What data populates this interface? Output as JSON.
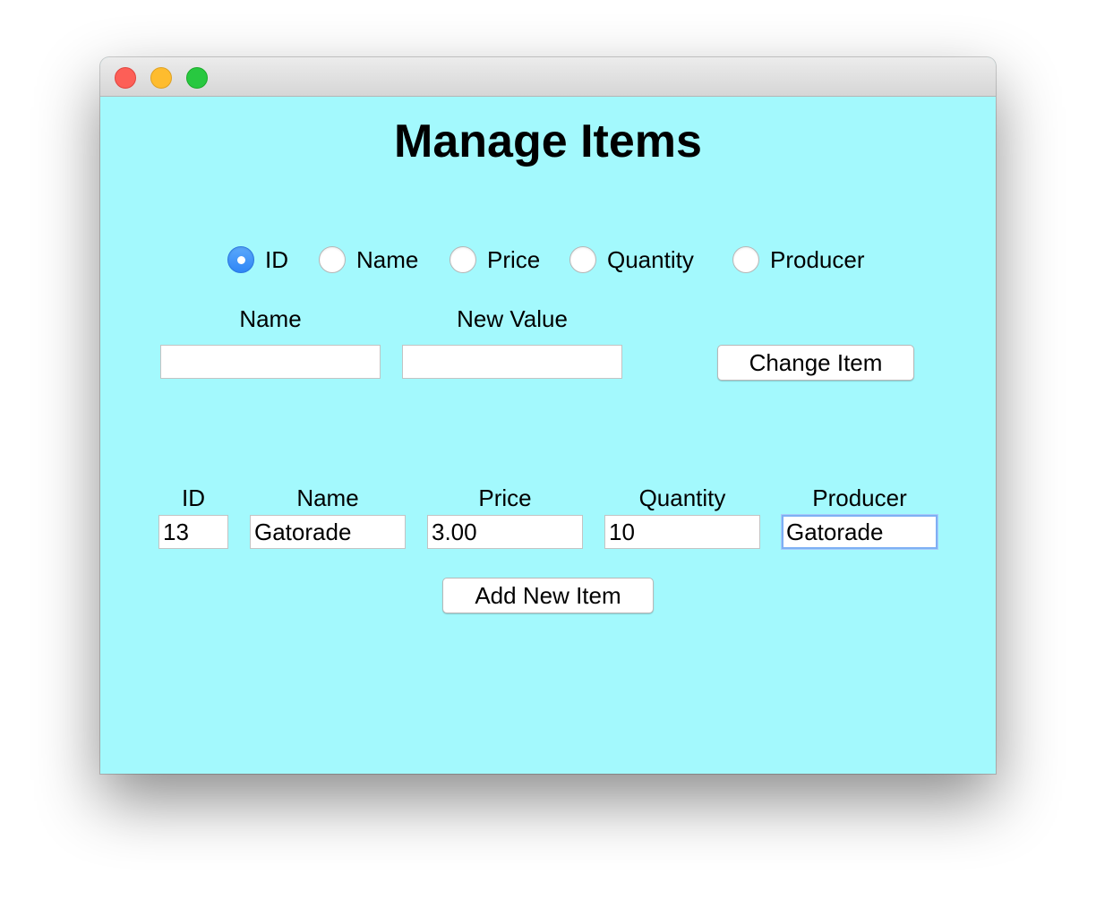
{
  "window": {
    "title": "Manage Items"
  },
  "search_by": {
    "options": [
      {
        "label": "ID",
        "checked": true
      },
      {
        "label": "Name",
        "checked": false
      },
      {
        "label": "Price",
        "checked": false
      },
      {
        "label": "Quantity",
        "checked": false
      },
      {
        "label": "Producer",
        "checked": false
      }
    ]
  },
  "change": {
    "name_label": "Name",
    "name_value": "",
    "new_value_label": "New Value",
    "new_value_value": "",
    "button_label": "Change Item"
  },
  "add": {
    "columns": [
      "ID",
      "Name",
      "Price",
      "Quantity",
      "Producer"
    ],
    "values": {
      "id": "13",
      "name": "Gatorade",
      "price": "3.00",
      "quantity": "10",
      "producer": "Gatorade"
    },
    "button_label": "Add New Item"
  },
  "colors": {
    "background": "#a3f9fd",
    "accent": "#2f86f6"
  }
}
